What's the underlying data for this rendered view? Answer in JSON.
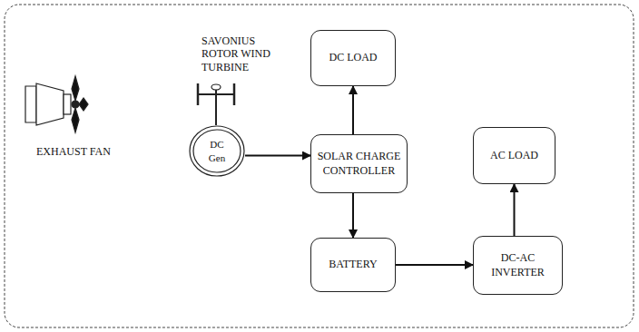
{
  "diagram": {
    "nodes": [
      {
        "text": [
          "DC LOAD"
        ]
      },
      {
        "text": [
          "SOLAR CHARGE CONTROLLER"
        ]
      },
      {
        "text": [
          "BATTERY"
        ]
      },
      {
        "text": [
          "DC-AC INVERTER"
        ]
      },
      {
        "text": [
          "AC LOAD"
        ]
      },
      {
        "text": [
          "DC Gen"
        ]
      }
    ],
    "edges": [
      {
        "from": 5,
        "to": 1,
        "arrow": "to"
      },
      {
        "from": 1,
        "to": 0,
        "arrow": "to"
      },
      {
        "from": 1,
        "to": 2,
        "arrow": "to"
      },
      {
        "from": 2,
        "to": 3,
        "arrow": "to"
      },
      {
        "from": 3,
        "to": 4,
        "arrow": "to"
      }
    ],
    "labels": [
      "SAVONIUS ROTOR WIND TURBINE",
      "EXHAUST FAN"
    ]
  }
}
